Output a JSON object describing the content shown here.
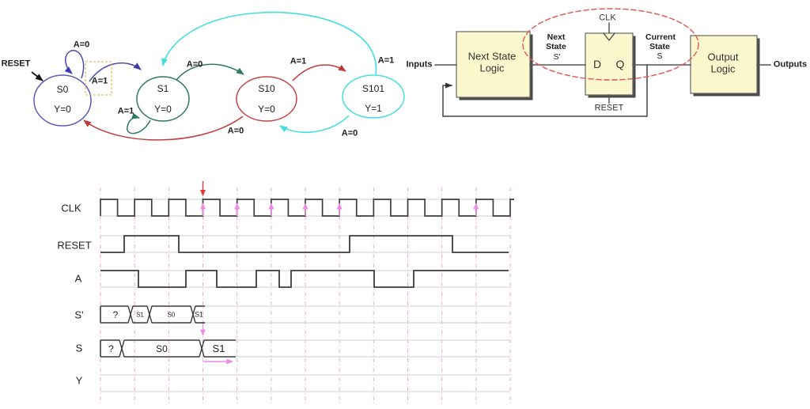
{
  "state_diagram": {
    "reset_label": "RESET",
    "states": [
      {
        "name": "S0",
        "output": "Y=0",
        "color": "#5c5cb5"
      },
      {
        "name": "S1",
        "output": "Y=0",
        "color": "#2f7a60"
      },
      {
        "name": "S10",
        "output": "Y=0",
        "color": "#c44545"
      },
      {
        "name": "S101",
        "output": "Y=1",
        "color": "#4adede"
      }
    ],
    "transitions": {
      "s0_self": "A=0",
      "s0_to_s1": "A=1",
      "s1_to_s10": "A=0",
      "s1_self": "A=1",
      "s10_to_s101": "A=1",
      "s101_to_s1": "A=1",
      "s10_to_s0": "A=0",
      "s101_to_s10": "A=0"
    },
    "highlight_box_color": "#e0ae4a"
  },
  "block_diagram": {
    "inputs": "Inputs",
    "outputs": "Outputs",
    "next_state_logic_line1": "Next State",
    "next_state_logic_line2": "Logic",
    "output_logic_line1": "Output",
    "output_logic_line2": "Logic",
    "ff_d": "D",
    "ff_q": "Q",
    "ff_clk": "CLK",
    "ff_reset": "RESET",
    "next_state_label": [
      "Next",
      "State",
      "S'"
    ],
    "current_state_label": [
      "Current",
      "State",
      "S"
    ],
    "box_fill": "#fcf8cd",
    "ellipse_color": "#e25555"
  },
  "timing_diagram": {
    "signals": [
      {
        "label": "CLK",
        "type": "clock"
      },
      {
        "label": "RESET",
        "type": "digital",
        "initial": 0,
        "transitions": [
          157,
          226,
          442,
          572
        ]
      },
      {
        "label": "A",
        "type": "digital",
        "initial": 1,
        "transitions": [
          175,
          235,
          274,
          324,
          353,
          368,
          473,
          523
        ]
      },
      {
        "label": "S'",
        "type": "bus",
        "segments": [
          {
            "text": "?",
            "to": 165,
            "fs": 12
          },
          {
            "text": "S1",
            "to": 189,
            "fs": 8
          },
          {
            "text": "S0",
            "to": 244,
            "fs": 8
          },
          {
            "text": "S1",
            "to": 259,
            "fs": 9,
            "open": true
          }
        ]
      },
      {
        "label": "S",
        "type": "bus",
        "segments": [
          {
            "text": "?",
            "to": 154,
            "fs": 12
          },
          {
            "text": "S0",
            "to": 255,
            "fs": 12
          },
          {
            "text": "S1",
            "to": 298,
            "fs": 13,
            "open": true
          }
        ]
      },
      {
        "label": "Y",
        "type": "empty"
      }
    ],
    "active_edge_ticks": [
      3,
      4,
      5,
      6,
      7,
      11
    ],
    "colors": {
      "grid": "#eca6da",
      "wave": "#3d3d3d",
      "rail": "#cfcfcf",
      "arrow": "#ee8ae2",
      "marker_red": "#e23535"
    }
  }
}
